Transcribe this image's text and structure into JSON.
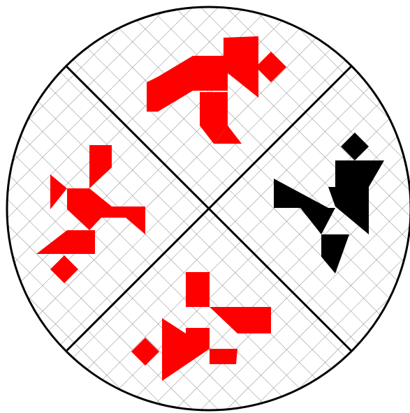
{
  "colors": {
    "background": "#ffffff",
    "grid": "#8a8a8a",
    "outline": "#000000",
    "figure_red": "#ff0000",
    "figure_black": "#000000"
  },
  "figures": [
    {
      "name": "top",
      "color": "red"
    },
    {
      "name": "left",
      "color": "red"
    },
    {
      "name": "bottom",
      "color": "red"
    },
    {
      "name": "right",
      "color": "black"
    }
  ]
}
